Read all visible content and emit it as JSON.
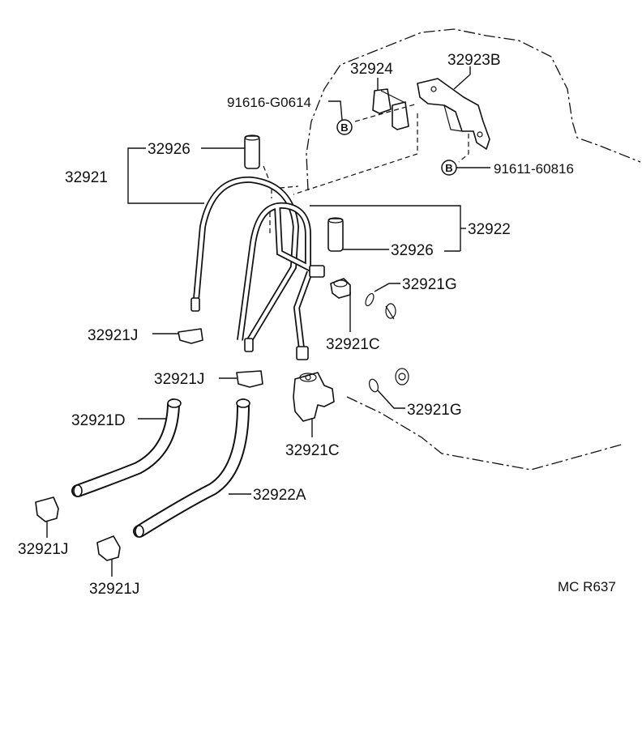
{
  "labels": {
    "p32924": "32924",
    "p32923B": "32923B",
    "p91616": "91616-G0614",
    "p91611": "91611-60816",
    "p32926_top": "32926",
    "p32921": "32921",
    "p32922": "32922",
    "p32926_mid": "32926",
    "p32921G_top": "32921G",
    "p32921J_1": "32921J",
    "p32921C_top": "32921C",
    "p32921J_2": "32921J",
    "p32921D": "32921D",
    "p32921G_bot": "32921G",
    "p32921C_bot": "32921C",
    "p32922A": "32922A",
    "p32921J_3": "32921J",
    "p32921J_4": "32921J"
  },
  "bolt_marks": {
    "b1": "B",
    "b2": "B"
  },
  "diagram_code": "MC R637"
}
